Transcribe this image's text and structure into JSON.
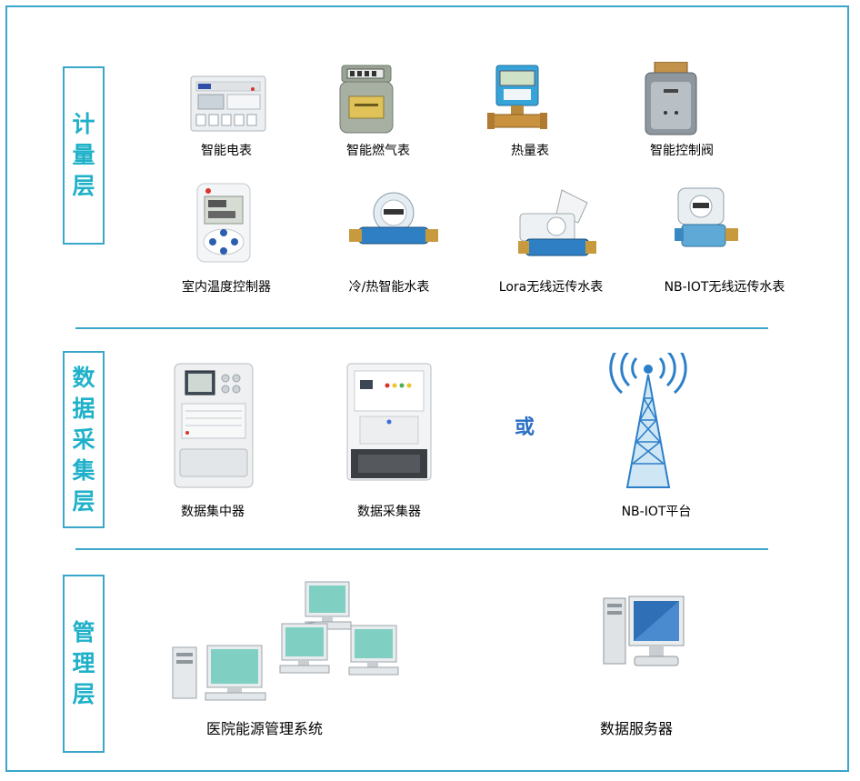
{
  "layers": {
    "metering": "计量层",
    "collection": "数据采集层",
    "management": "管理层"
  },
  "metering_devices": [
    {
      "label": "智能电表",
      "icon": "electric-meter-icon"
    },
    {
      "label": "智能燃气表",
      "icon": "gas-meter-icon"
    },
    {
      "label": "热量表",
      "icon": "heat-meter-icon"
    },
    {
      "label": "智能控制阀",
      "icon": "control-valve-icon"
    },
    {
      "label": "室内温度控制器",
      "icon": "thermostat-icon"
    },
    {
      "label": "冷/热智能水表",
      "icon": "water-meter-icon"
    },
    {
      "label": "Lora无线远传水表",
      "icon": "lora-water-meter-icon"
    },
    {
      "label": "NB-IOT无线远传水表",
      "icon": "nbiot-water-meter-icon"
    }
  ],
  "collection_devices": [
    {
      "label": "数据集中器",
      "icon": "data-concentrator-icon"
    },
    {
      "label": "数据采集器",
      "icon": "data-collector-icon"
    },
    {
      "label": "NB-IOT平台",
      "icon": "signal-tower-icon"
    }
  ],
  "or_text": "或",
  "management_systems": [
    {
      "label": "医院能源管理系统",
      "icon": "networked-computers-icon"
    },
    {
      "label": "数据服务器",
      "icon": "server-computer-icon"
    }
  ],
  "colors": {
    "frame": "#3aa6c9",
    "layer_text": "#1fb1c9",
    "or_text": "#2a6fc3"
  }
}
